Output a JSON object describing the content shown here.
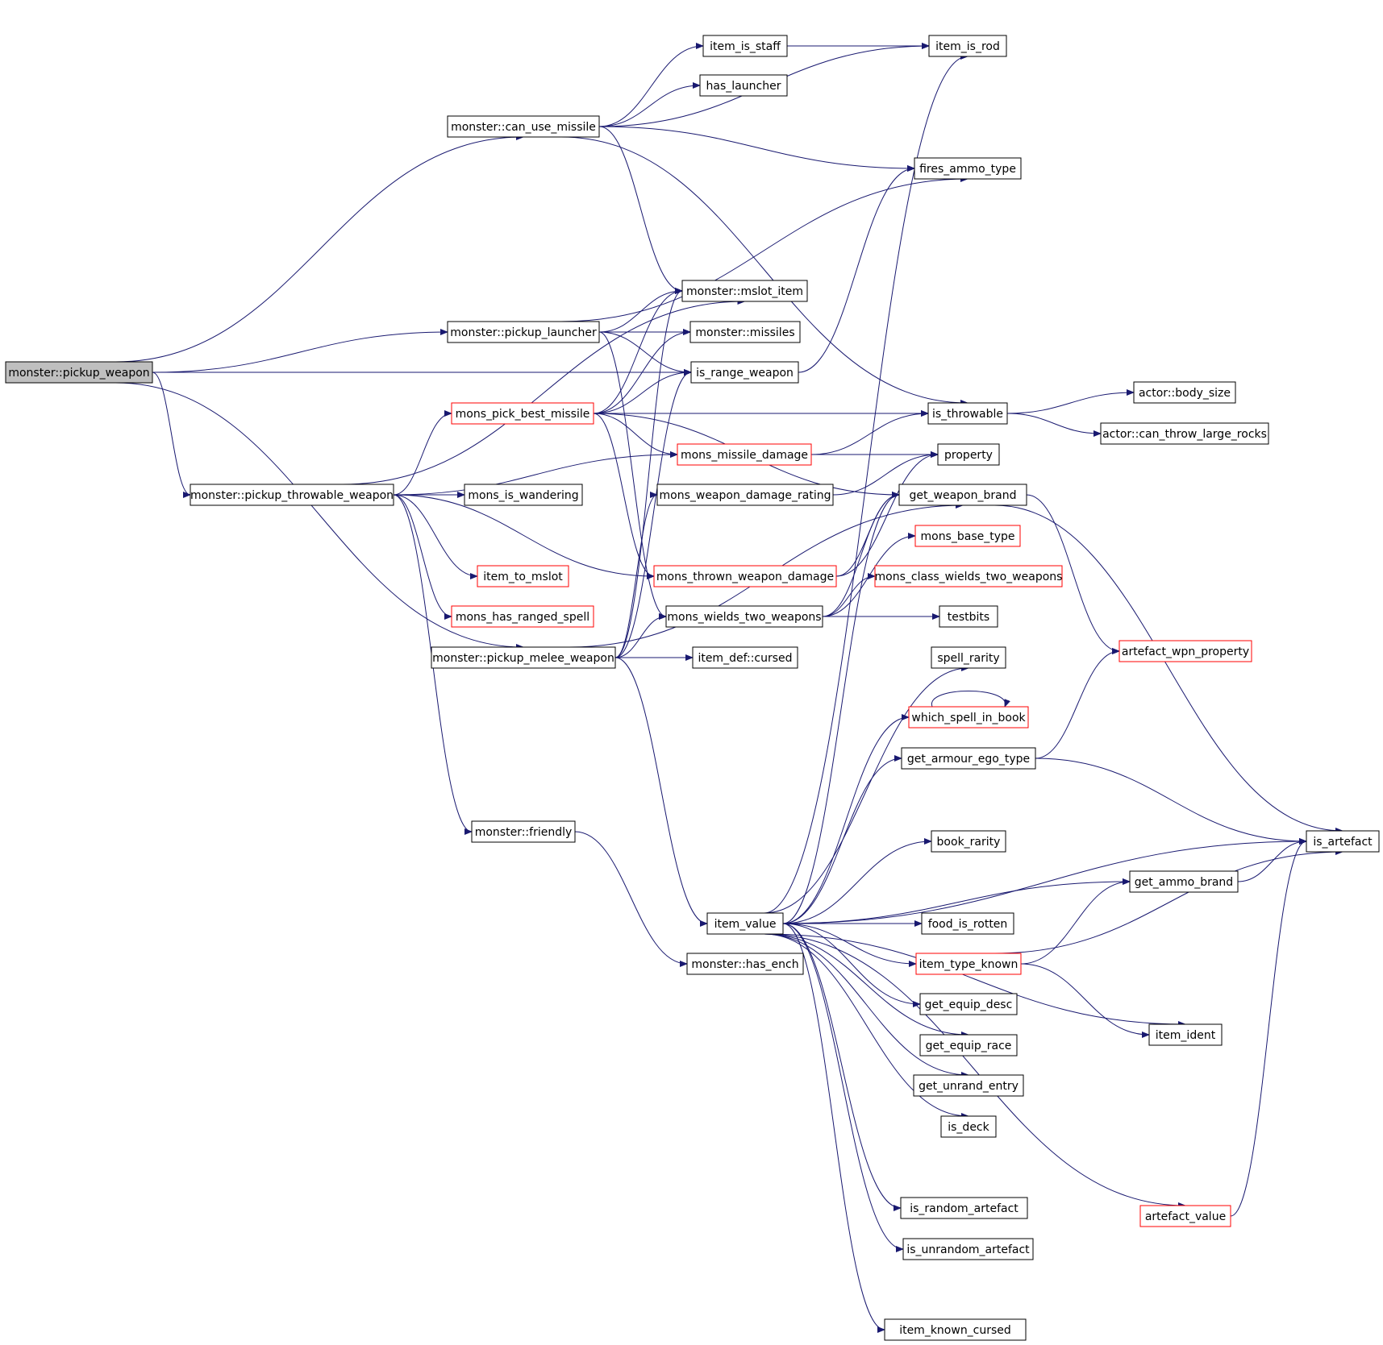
{
  "colors": {
    "edge": "#191970",
    "node_border": "#000000",
    "node_border_incomplete": "#ff0000",
    "root_fill": "#bfbfbf",
    "background": "#ffffff"
  },
  "nodes": {
    "pickup_weapon": {
      "label": "monster::pickup_weapon",
      "style": "root"
    },
    "can_use_missile": {
      "label": "monster::can_use_missile",
      "style": "normal"
    },
    "pickup_launcher": {
      "label": "monster::pickup_launcher",
      "style": "normal"
    },
    "mons_pick_best_missile": {
      "label": "mons_pick_best_missile",
      "style": "incomplete"
    },
    "pickup_throwable_weapon": {
      "label": "monster::pickup_throwable_weapon",
      "style": "normal"
    },
    "item_to_mslot": {
      "label": "item_to_mslot",
      "style": "incomplete"
    },
    "mons_has_ranged_spell": {
      "label": "mons_has_ranged_spell",
      "style": "incomplete"
    },
    "pickup_melee_weapon": {
      "label": "monster::pickup_melee_weapon",
      "style": "normal"
    },
    "mons_is_wandering": {
      "label": "mons_is_wandering",
      "style": "normal"
    },
    "friendly": {
      "label": "monster::friendly",
      "style": "normal"
    },
    "item_is_staff": {
      "label": "item_is_staff",
      "style": "normal"
    },
    "has_launcher": {
      "label": "has_launcher",
      "style": "normal"
    },
    "mslot_item": {
      "label": "monster::mslot_item",
      "style": "normal"
    },
    "missiles": {
      "label": "monster::missiles",
      "style": "normal"
    },
    "is_range_weapon": {
      "label": "is_range_weapon",
      "style": "normal"
    },
    "mons_missile_damage": {
      "label": "mons_missile_damage",
      "style": "incomplete"
    },
    "mons_weapon_damage_rating": {
      "label": "mons_weapon_damage_rating",
      "style": "normal"
    },
    "mons_thrown_weapon_damage": {
      "label": "mons_thrown_weapon_damage",
      "style": "incomplete"
    },
    "mons_wields_two_weapons": {
      "label": "mons_wields_two_weapons",
      "style": "normal"
    },
    "item_def_cursed": {
      "label": "item_def::cursed",
      "style": "normal"
    },
    "item_value": {
      "label": "item_value",
      "style": "normal"
    },
    "has_ench": {
      "label": "monster::has_ench",
      "style": "normal"
    },
    "item_is_rod": {
      "label": "item_is_rod",
      "style": "normal"
    },
    "fires_ammo_type": {
      "label": "fires_ammo_type",
      "style": "normal"
    },
    "is_throwable": {
      "label": "is_throwable",
      "style": "normal"
    },
    "property": {
      "label": "property",
      "style": "normal"
    },
    "get_weapon_brand": {
      "label": "get_weapon_brand",
      "style": "normal"
    },
    "mons_base_type": {
      "label": "mons_base_type",
      "style": "incomplete"
    },
    "mons_class_wields_two_weapons": {
      "label": "mons_class_wields_two_weapons",
      "style": "incomplete"
    },
    "testbits": {
      "label": "testbits",
      "style": "normal"
    },
    "spell_rarity": {
      "label": "spell_rarity",
      "style": "normal"
    },
    "which_spell_in_book": {
      "label": "which_spell_in_book",
      "style": "incomplete"
    },
    "get_armour_ego_type": {
      "label": "get_armour_ego_type",
      "style": "normal"
    },
    "book_rarity": {
      "label": "book_rarity",
      "style": "normal"
    },
    "food_is_rotten": {
      "label": "food_is_rotten",
      "style": "normal"
    },
    "item_type_known": {
      "label": "item_type_known",
      "style": "incomplete"
    },
    "get_equip_desc": {
      "label": "get_equip_desc",
      "style": "normal"
    },
    "get_equip_race": {
      "label": "get_equip_race",
      "style": "normal"
    },
    "get_unrand_entry": {
      "label": "get_unrand_entry",
      "style": "normal"
    },
    "is_deck": {
      "label": "is_deck",
      "style": "normal"
    },
    "is_random_artefact": {
      "label": "is_random_artefact",
      "style": "normal"
    },
    "is_unrandom_artefact": {
      "label": "is_unrandom_artefact",
      "style": "normal"
    },
    "item_known_cursed": {
      "label": "item_known_cursed",
      "style": "normal"
    },
    "body_size": {
      "label": "actor::body_size",
      "style": "normal"
    },
    "can_throw_large_rocks": {
      "label": "actor::can_throw_large_rocks",
      "style": "normal"
    },
    "artefact_wpn_property": {
      "label": "artefact_wpn_property",
      "style": "incomplete"
    },
    "get_ammo_brand": {
      "label": "get_ammo_brand",
      "style": "normal"
    },
    "item_ident": {
      "label": "item_ident",
      "style": "normal"
    },
    "artefact_value": {
      "label": "artefact_value",
      "style": "incomplete"
    },
    "is_artefact": {
      "label": "is_artefact",
      "style": "normal"
    }
  },
  "edges": [
    [
      "pickup_weapon",
      "can_use_missile"
    ],
    [
      "pickup_weapon",
      "pickup_launcher"
    ],
    [
      "pickup_weapon",
      "is_range_weapon"
    ],
    [
      "pickup_weapon",
      "pickup_throwable_weapon"
    ],
    [
      "pickup_weapon",
      "pickup_melee_weapon"
    ],
    [
      "can_use_missile",
      "item_is_staff"
    ],
    [
      "can_use_missile",
      "item_is_rod"
    ],
    [
      "can_use_missile",
      "has_launcher"
    ],
    [
      "can_use_missile",
      "fires_ammo_type"
    ],
    [
      "can_use_missile",
      "mslot_item"
    ],
    [
      "can_use_missile",
      "is_throwable"
    ],
    [
      "item_is_staff",
      "item_is_rod"
    ],
    [
      "pickup_launcher",
      "mslot_item"
    ],
    [
      "pickup_launcher",
      "missiles"
    ],
    [
      "pickup_launcher",
      "is_range_weapon"
    ],
    [
      "pickup_launcher",
      "fires_ammo_type"
    ],
    [
      "pickup_launcher",
      "mons_wields_two_weapons"
    ],
    [
      "mons_pick_best_missile",
      "mslot_item"
    ],
    [
      "mons_pick_best_missile",
      "missiles"
    ],
    [
      "mons_pick_best_missile",
      "is_range_weapon"
    ],
    [
      "mons_pick_best_missile",
      "is_throwable"
    ],
    [
      "mons_pick_best_missile",
      "mons_missile_damage"
    ],
    [
      "mons_pick_best_missile",
      "get_weapon_brand"
    ],
    [
      "mons_pick_best_missile",
      "mons_thrown_weapon_damage"
    ],
    [
      "pickup_throwable_weapon",
      "mons_pick_best_missile"
    ],
    [
      "pickup_throwable_weapon",
      "mslot_item"
    ],
    [
      "pickup_throwable_weapon",
      "mons_missile_damage"
    ],
    [
      "pickup_throwable_weapon",
      "mons_is_wandering"
    ],
    [
      "pickup_throwable_weapon",
      "item_to_mslot"
    ],
    [
      "pickup_throwable_weapon",
      "mons_has_ranged_spell"
    ],
    [
      "pickup_throwable_weapon",
      "mons_thrown_weapon_damage"
    ],
    [
      "pickup_throwable_weapon",
      "friendly"
    ],
    [
      "pickup_melee_weapon",
      "mslot_item"
    ],
    [
      "pickup_melee_weapon",
      "is_range_weapon"
    ],
    [
      "pickup_melee_weapon",
      "mons_weapon_damage_rating"
    ],
    [
      "pickup_melee_weapon",
      "mons_wields_two_weapons"
    ],
    [
      "pickup_melee_weapon",
      "item_def_cursed"
    ],
    [
      "pickup_melee_weapon",
      "item_value"
    ],
    [
      "pickup_melee_weapon",
      "get_weapon_brand"
    ],
    [
      "friendly",
      "has_ench"
    ],
    [
      "is_range_weapon",
      "fires_ammo_type"
    ],
    [
      "mons_missile_damage",
      "property"
    ],
    [
      "mons_missile_damage",
      "is_throwable"
    ],
    [
      "mons_weapon_damage_rating",
      "property"
    ],
    [
      "mons_thrown_weapon_damage",
      "property"
    ],
    [
      "mons_thrown_weapon_damage",
      "get_weapon_brand"
    ],
    [
      "mons_wields_two_weapons",
      "mons_base_type"
    ],
    [
      "mons_wields_two_weapons",
      "mons_class_wields_two_weapons"
    ],
    [
      "mons_wields_two_weapons",
      "testbits"
    ],
    [
      "mons_wields_two_weapons",
      "get_weapon_brand"
    ],
    [
      "is_throwable",
      "body_size"
    ],
    [
      "is_throwable",
      "can_throw_large_rocks"
    ],
    [
      "get_weapon_brand",
      "artefact_wpn_property"
    ],
    [
      "get_weapon_brand",
      "is_artefact"
    ],
    [
      "which_spell_in_book",
      "which_spell_in_book"
    ],
    [
      "get_armour_ego_type",
      "artefact_wpn_property"
    ],
    [
      "get_armour_ego_type",
      "is_artefact"
    ],
    [
      "get_ammo_brand",
      "is_artefact"
    ],
    [
      "item_type_known",
      "get_ammo_brand"
    ],
    [
      "item_type_known",
      "is_artefact"
    ],
    [
      "item_type_known",
      "item_ident"
    ],
    [
      "artefact_value",
      "is_artefact"
    ],
    [
      "item_value",
      "item_is_rod"
    ],
    [
      "item_value",
      "get_weapon_brand"
    ],
    [
      "item_value",
      "spell_rarity"
    ],
    [
      "item_value",
      "which_spell_in_book"
    ],
    [
      "item_value",
      "get_armour_ego_type"
    ],
    [
      "item_value",
      "is_artefact"
    ],
    [
      "item_value",
      "book_rarity"
    ],
    [
      "item_value",
      "get_ammo_brand"
    ],
    [
      "item_value",
      "food_is_rotten"
    ],
    [
      "item_value",
      "item_type_known"
    ],
    [
      "item_value",
      "get_equip_desc"
    ],
    [
      "item_value",
      "get_equip_race"
    ],
    [
      "item_value",
      "get_unrand_entry"
    ],
    [
      "item_value",
      "is_deck"
    ],
    [
      "item_value",
      "item_ident"
    ],
    [
      "item_value",
      "is_random_artefact"
    ],
    [
      "item_value",
      "is_unrandom_artefact"
    ],
    [
      "item_value",
      "artefact_value"
    ],
    [
      "item_value",
      "item_known_cursed"
    ]
  ]
}
